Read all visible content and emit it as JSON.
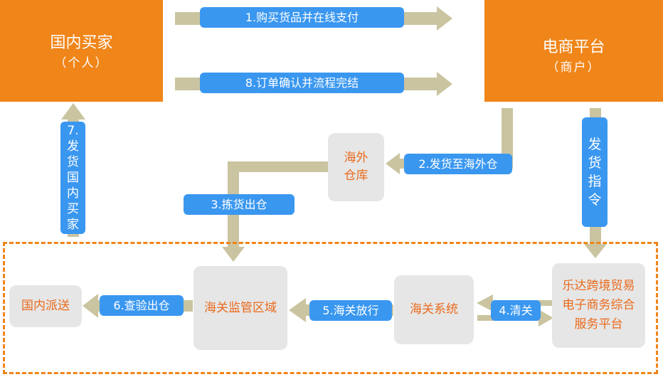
{
  "nodes": {
    "buyer": {
      "title": "国内买家",
      "subtitle": "（个人）"
    },
    "platform": {
      "title": "电商平台",
      "subtitle": "（商户）"
    },
    "overseas_warehouse": {
      "lines": [
        "海外",
        "仓库"
      ]
    },
    "customs_area": {
      "label": "海关监管区域"
    },
    "customs_system": {
      "label": "海关系统"
    },
    "leda_platform": {
      "lines": [
        "乐达跨境贸易",
        "电子商务综合",
        "服务平台"
      ]
    },
    "domestic_delivery": {
      "label": "国内派送"
    }
  },
  "steps": {
    "step1": "1.购买货品并在线支付",
    "step2": "2.发货至海外仓",
    "step3": "3.拣货出仓",
    "step4": "4.清关",
    "step5": "5.海关放行",
    "step6": "6.查验出仓",
    "step7": [
      "7.",
      "发",
      "货",
      "国",
      "内",
      "买",
      "家"
    ],
    "step8": "8.订单确认并流程完结",
    "shipping_order": [
      "发",
      "货",
      "指",
      "令"
    ]
  },
  "colors": {
    "orange": "#f08519",
    "arrow": "#cac4a0",
    "pill_blue": "#3a97f0",
    "node_text_orange": "#ea6a1c",
    "node_gray": "#e6e6e6"
  }
}
